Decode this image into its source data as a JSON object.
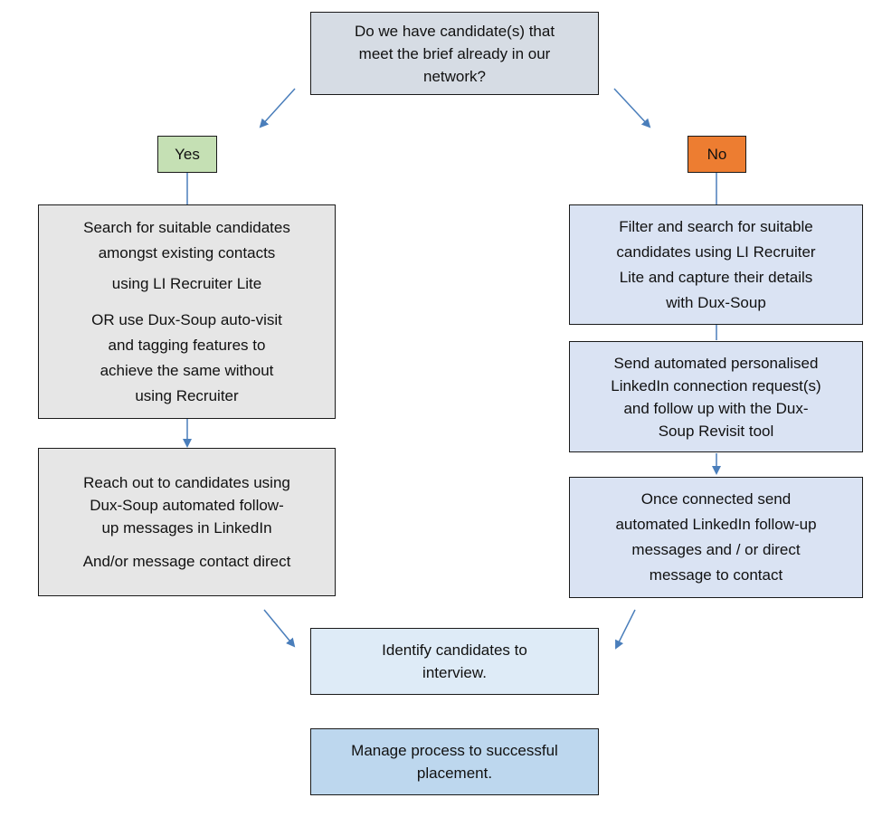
{
  "colors": {
    "question_fill": "#d6dce4",
    "yes_fill": "#c5e0b4",
    "no_fill": "#ed7d31",
    "left_fill": "#e6e6e6",
    "right_fill": "#dae3f3",
    "identify_fill": "#deebf7",
    "manage_fill": "#bdd7ee",
    "arrow": "#4a7ebb"
  },
  "question": {
    "lines": [
      "Do we have candidate(s) that",
      "meet the brief already in our",
      "network?"
    ]
  },
  "yes": {
    "label": "Yes"
  },
  "no": {
    "label": "No"
  },
  "left_search": {
    "para1": [
      "Search for suitable candidates",
      "amongst existing contacts",
      "using LI Recruiter Lite"
    ],
    "para2": [
      "OR use Dux-Soup auto-visit",
      "and tagging features to",
      "achieve the same without",
      "using Recruiter"
    ]
  },
  "left_reach": {
    "para1": [
      "Reach out to candidates using",
      "Dux-Soup automated follow-",
      "up messages in LinkedIn"
    ],
    "para2": [
      "And/or message contact direct"
    ]
  },
  "right_filter": {
    "lines": [
      "Filter and search for suitable",
      "candidates using LI Recruiter",
      "Lite and capture their details",
      "with Dux-Soup"
    ]
  },
  "right_send": {
    "lines": [
      "Send automated personalised",
      "LinkedIn connection request(s)",
      "and follow up with the Dux-",
      "Soup Revisit tool"
    ]
  },
  "right_connected": {
    "lines": [
      "Once connected send",
      "automated LinkedIn follow-up",
      "messages and / or direct",
      "message to contact"
    ]
  },
  "identify": {
    "lines": [
      "Identify candidates to",
      "interview."
    ]
  },
  "manage": {
    "lines": [
      "Manage process to successful",
      "placement."
    ]
  }
}
